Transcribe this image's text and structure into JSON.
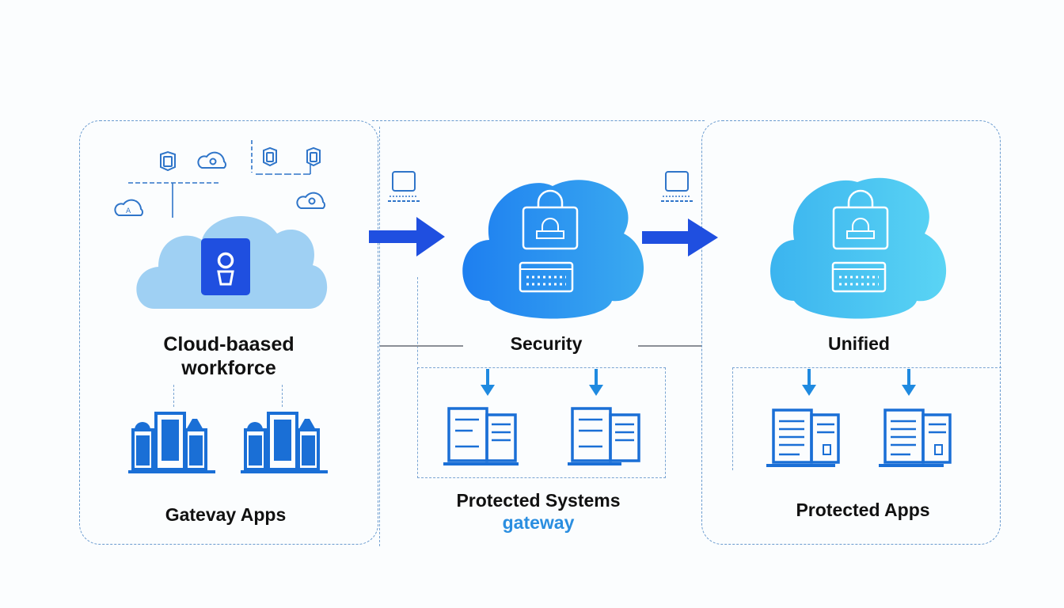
{
  "diagram": {
    "panels": [
      {
        "id": "left",
        "title_lines": [
          "Cloud-baased",
          "workforce"
        ],
        "footer": "Gatevay Apps",
        "cloud_icon": "user-badge-icon",
        "top_icons": [
          "shield-device-icon",
          "cloud-lock-icon",
          "shield-device-icon",
          "shield-device-icon",
          "cloud-lock-icon",
          "cloud-user-icon"
        ],
        "bottom_icons": [
          "building-icon",
          "building-icon"
        ]
      },
      {
        "id": "middle",
        "title": "Security",
        "footer_line1": "Protected Systems",
        "footer_line2": "gateway",
        "cloud_icons": [
          "padlock-icon",
          "keyboard-icon"
        ],
        "bottom_icons": [
          "document-app-icon",
          "document-app-icon"
        ]
      },
      {
        "id": "right",
        "title": "Unified",
        "footer": "Protected Apps",
        "cloud_icons": [
          "padlock-icon",
          "keyboard-icon"
        ],
        "bottom_icons": [
          "document-app-icon",
          "document-app-icon"
        ]
      }
    ],
    "connectors": [
      {
        "from": "left",
        "to": "middle",
        "icon": "computer-terminal-icon",
        "arrow": "arrow-right-icon"
      },
      {
        "from": "middle",
        "to": "right",
        "icon": "computer-terminal-icon",
        "arrow": "arrow-right-icon"
      }
    ],
    "colors": {
      "accent_blue": "#1f4fe0",
      "icon_blue": "#1a6fd6",
      "cloud_light": "#9fd0f3",
      "cloud_mid": "#2b8ff0",
      "cloud_right": "#4fc6f2",
      "gateway_text": "#2a8ee0",
      "frame_dash": "#6a9bcf"
    }
  }
}
